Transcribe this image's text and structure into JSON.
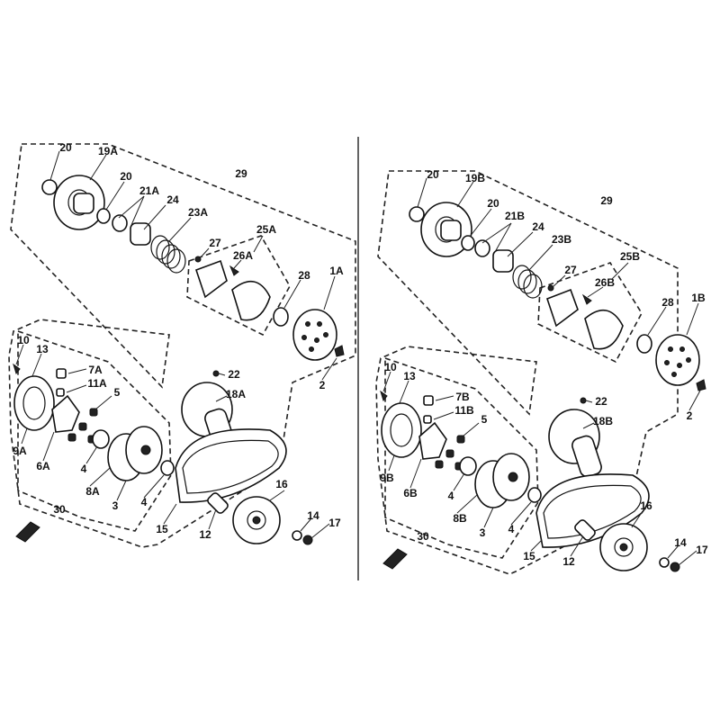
{
  "panels": [
    {
      "variant": "A",
      "labels": {
        "p20a": "20",
        "p19": "19A",
        "p20b": "20",
        "p21": "21A",
        "p24": "24",
        "p23": "23A",
        "p29": "29",
        "p27": "27",
        "p25": "25A",
        "p26": "26A",
        "p28": "28",
        "p1": "1A",
        "p10": "10",
        "p13": "13",
        "p7": "7A",
        "p11": "11A",
        "p5": "5",
        "p22": "22",
        "p18": "18A",
        "p9": "9A",
        "p6": "6A",
        "p4a": "4",
        "p8": "8A",
        "p3": "3",
        "p4b": "4",
        "p16": "16",
        "p30": "30",
        "p15": "15",
        "p12": "12",
        "p14": "14",
        "p17": "17",
        "p2": "2"
      }
    },
    {
      "variant": "B",
      "labels": {
        "p20a": "20",
        "p19": "19B",
        "p20b": "20",
        "p21": "21B",
        "p24": "24",
        "p23": "23B",
        "p29": "29",
        "p27": "27",
        "p25": "25B",
        "p26": "26B",
        "p28": "28",
        "p1": "1B",
        "p10": "10",
        "p13": "13",
        "p7": "7B",
        "p11": "11B",
        "p5": "5",
        "p22": "22",
        "p18": "18B",
        "p9": "9B",
        "p6": "6B",
        "p4a": "4",
        "p8": "8B",
        "p3": "3",
        "p4b": "4",
        "p16": "16",
        "p30": "30",
        "p15": "15",
        "p12": "12",
        "p14": "14",
        "p17": "17",
        "p2": "2"
      }
    }
  ]
}
